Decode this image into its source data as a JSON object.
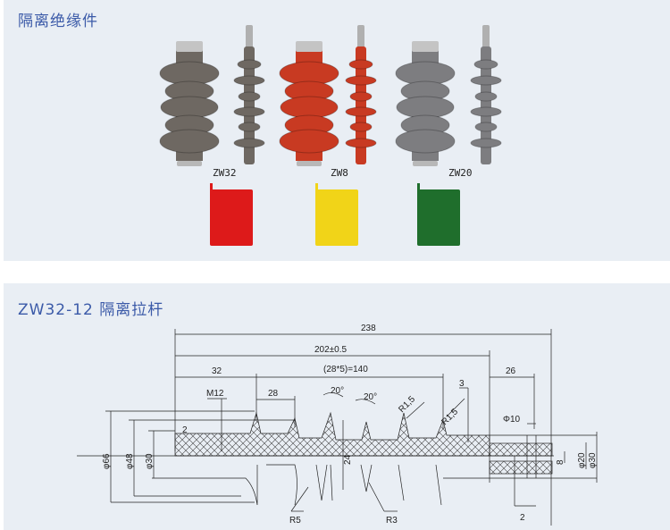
{
  "section1": {
    "title": "隔离绝缘件",
    "products": [
      {
        "label": "ZW32",
        "color": "#6e6862",
        "bracket_color": "#dd1a1a"
      },
      {
        "label": "ZW8",
        "color": "#c83a22",
        "bracket_color": "#f1d418"
      },
      {
        "label": "ZW20",
        "color": "#7d7d80",
        "bracket_color": "#1f6e2c"
      }
    ]
  },
  "section2": {
    "title": "ZW32-12 隔离拉杆",
    "dims": {
      "d238": "238",
      "d202": "202±0.5",
      "d32": "32",
      "d140": "(28*5)=140",
      "d26": "26",
      "d3": "3",
      "m12": "M12",
      "d28": "28",
      "a1": "20°",
      "a2": "20°",
      "r15a": "R1,5",
      "r15b": "R1,5",
      "phi10": "Φ10",
      "d2a": "2",
      "phi66": "φ66",
      "phi48": "φ48",
      "phi30a": "φ30",
      "d24": "24",
      "d8": "8",
      "phi20": "φ20",
      "phi30b": "φ30",
      "r5": "R5",
      "r3": "R3",
      "d2b": "2"
    }
  }
}
